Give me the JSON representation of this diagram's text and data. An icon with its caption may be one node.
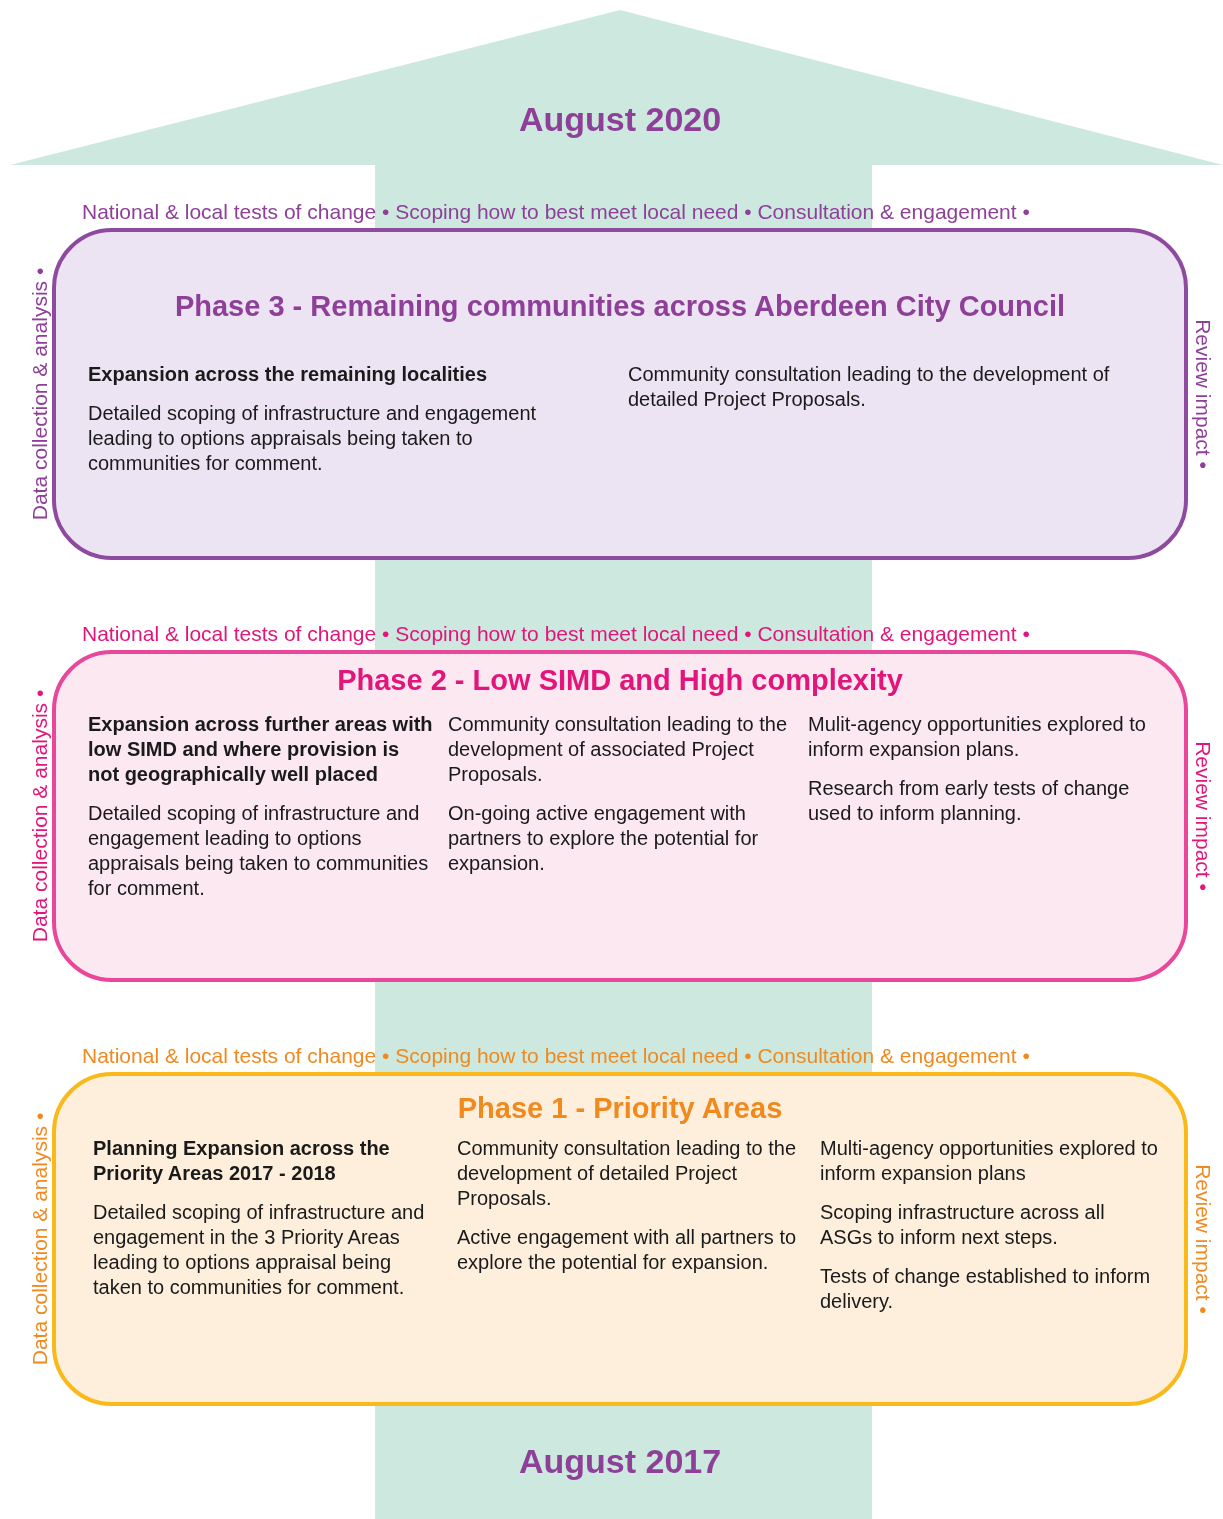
{
  "diagram": {
    "nodes": [
      {
        "text": [
          "Phase 3 - Remaining communities across Aberdeen City Council",
          "Expansion across the remaining localities",
          "Detailed scoping of infrastructure and engagement leading to options appraisals being taken to communities for comment.",
          "Community consultation leading to the development of detailed Project Proposals."
        ],
        "beside": [
          "Data collection & analysis •",
          "National & local tests of change • Scoping how to best meet local need • Consultation & engagement •",
          "Review impact •"
        ]
      },
      {
        "text": [
          "Phase 2 - Low SIMD and High complexity",
          "Expansion across further areas with low SIMD and where provision is not geographically well placed",
          "Detailed scoping of infrastructure and engagement leading to options appraisals being taken to communities for comment.",
          "Community consultation leading to the development of associated Project Proposals.",
          "On-going active engagement with partners to explore the potential for expansion.",
          "Mulit-agency opportunities explored to inform expansion plans.",
          "Research from early tests of change used to inform planning."
        ],
        "beside": [
          "Data collection & analysis •",
          "National & local tests of change • Scoping how to best meet local need • Consultation & engagement •",
          "Review impact •"
        ]
      },
      {
        "text": [
          "Phase 1 - Priority Areas",
          "Planning Expansion across the Priority Areas 2017 - 2018",
          "Detailed scoping of infrastructure and engagement in the 3 Priority Areas leading to options appraisal being taken to communities for comment.",
          "Community consultation leading to the development of detailed Project Proposals.",
          "Active engagement with all partners to explore the potential for expansion.",
          "Multi-agency opportunities explored to inform expansion plans",
          "Scoping infrastructure across all ASGs to inform next steps.",
          "Tests of change established to inform delivery."
        ],
        "beside": [
          "Data collection & analysis •",
          "National & local tests of change • Scoping how to best meet local need • Consultation & engagement •",
          "Review impact •"
        ]
      }
    ],
    "labels": [
      "August 2020",
      "August 2017"
    ]
  }
}
